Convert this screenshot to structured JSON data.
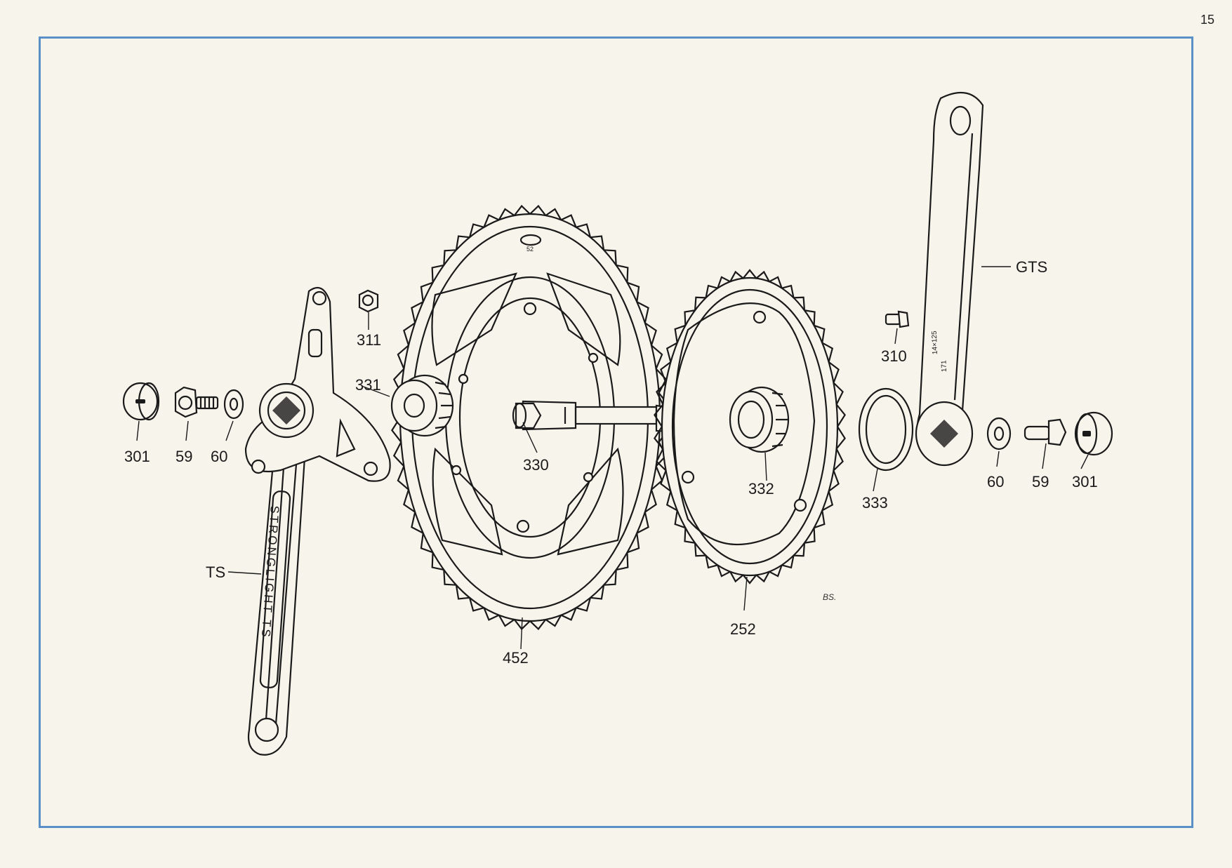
{
  "page": {
    "number": "15"
  },
  "diagram": {
    "labels": {
      "p301_left": "301",
      "p59_left": "59",
      "p60_left": "60",
      "p311": "311",
      "p331": "331",
      "p330": "330",
      "p452": "452",
      "p310": "310",
      "p332": "332",
      "p333": "333",
      "p252": "252",
      "gts": "GTS",
      "ts": "TS",
      "p60_right": "60",
      "p59_right": "59",
      "p301_right": "301"
    },
    "inscriptions": {
      "crank_left_text": "STRONGLIGHT TS",
      "chainring_big_teeth": "52",
      "crank_right_text": "14×125",
      "crank_right_text2": "171",
      "signature": "BS."
    }
  }
}
